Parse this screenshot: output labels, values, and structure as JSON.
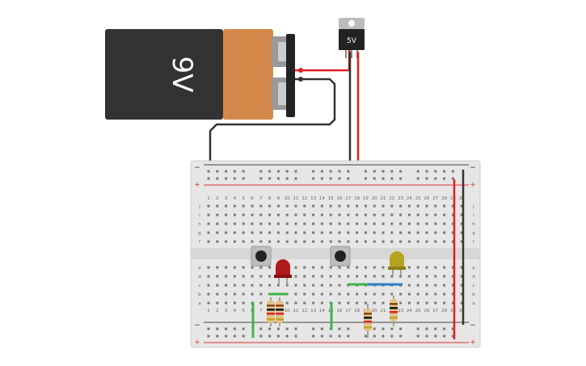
{
  "battery": {
    "label": "9V",
    "body_color": "#333333",
    "cap_color": "#d4894a"
  },
  "regulator": {
    "label": "5V"
  },
  "breadboard": {
    "columns": [
      "1",
      "2",
      "3",
      "4",
      "5",
      "6",
      "7",
      "8",
      "9",
      "10",
      "11",
      "12",
      "13",
      "14",
      "15",
      "16",
      "17",
      "18",
      "19",
      "20",
      "21",
      "22",
      "23",
      "24",
      "25",
      "26",
      "27",
      "28",
      "29",
      "30"
    ],
    "rows_top": [
      "j",
      "i",
      "h",
      "g",
      "f"
    ],
    "rows_bottom": [
      "e",
      "d",
      "c",
      "b",
      "a"
    ],
    "rail_minus": "−",
    "rail_plus": "+"
  },
  "colors": {
    "wire_red": "#e02020",
    "wire_black": "#333333",
    "wire_green": "#3bb54a",
    "wire_blue": "#2a7fc4",
    "led_red": "#b01a1a",
    "led_yellow": "#b5a323",
    "rail_red": "#d33",
    "rail_dark": "#444"
  },
  "icons": {
    "button_left": "pushbutton-icon",
    "button_right": "pushbutton-icon",
    "led_red": "led-icon",
    "led_yellow": "led-icon"
  }
}
